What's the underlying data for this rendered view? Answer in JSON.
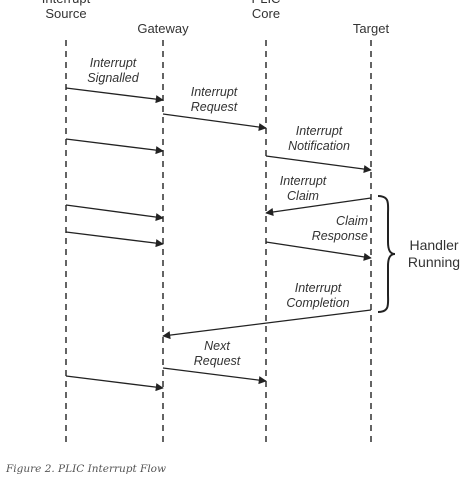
{
  "participants": [
    {
      "id": "source",
      "label_lines": [
        "Interrupt",
        "Source"
      ]
    },
    {
      "id": "gateway",
      "label_lines": [
        "Gateway"
      ]
    },
    {
      "id": "core",
      "label_lines": [
        "PLIC",
        "Core"
      ]
    },
    {
      "id": "target",
      "label_lines": [
        "Target"
      ]
    }
  ],
  "messages": [
    {
      "from": "source",
      "to": "gateway",
      "label_lines": [
        "Interrupt",
        "Signalled"
      ]
    },
    {
      "from": "gateway",
      "to": "core",
      "label_lines": [
        "Interrupt",
        "Request"
      ]
    },
    {
      "from": "source",
      "to": "gateway",
      "label_lines": []
    },
    {
      "from": "core",
      "to": "target",
      "label_lines": [
        "Interrupt",
        "Notification"
      ]
    },
    {
      "from": "target",
      "to": "core",
      "label_lines": [
        "Interrupt",
        "Claim"
      ]
    },
    {
      "from": "source",
      "to": "gateway",
      "label_lines": []
    },
    {
      "from": "source",
      "to": "gateway",
      "label_lines": []
    },
    {
      "from": "core",
      "to": "target",
      "label_lines": [
        "Claim",
        "Response"
      ]
    },
    {
      "from": "target",
      "to": "gateway",
      "label_lines": [
        "Interrupt",
        "Completion"
      ]
    },
    {
      "from": "gateway",
      "to": "core",
      "label_lines": [
        "Next",
        "Request"
      ]
    },
    {
      "from": "source",
      "to": "gateway",
      "label_lines": []
    }
  ],
  "bracket": {
    "label_lines": [
      "Handler",
      "Running"
    ],
    "from_message": 4,
    "to_message": 8
  },
  "caption": "Figure 2. PLIC Interrupt Flow"
}
